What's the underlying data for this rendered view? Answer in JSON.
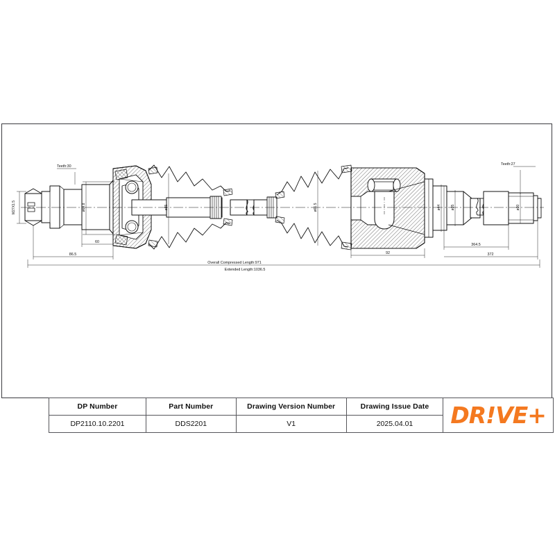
{
  "document": {
    "type": "engineering-drawing",
    "subject": "drive-shaft-cv-joint-assembly"
  },
  "drawing": {
    "labels": {
      "teeth_left": "Teeth:30",
      "teeth_right": "Teeth:27",
      "thread_left": "M27X1.5",
      "dia_64_8": "ø64.8",
      "dia_85": "ø85",
      "dia_61_5": "ø61.5",
      "dia_44": "ø44",
      "dia_35": "ø35",
      "dia_30": "ø30",
      "len_60": "60",
      "len_86_5": "86.5",
      "len_92": "92",
      "len_364_5": "364.5",
      "len_372": "372",
      "overall_compressed": "Overall  Compressed  Length:971",
      "extended": "Extended  Length:1036.5"
    }
  },
  "title_block": {
    "headers": [
      "DP Number",
      "Part Number",
      "Drawing Version Number",
      "Drawing Issue Date"
    ],
    "values": [
      "DP2110.10.2201",
      "DDS2201",
      "V1",
      "2025.04.01"
    ],
    "logo": {
      "part1": "DR",
      "bang": "!",
      "part2": "VE+",
      "color": "#F47920"
    }
  }
}
